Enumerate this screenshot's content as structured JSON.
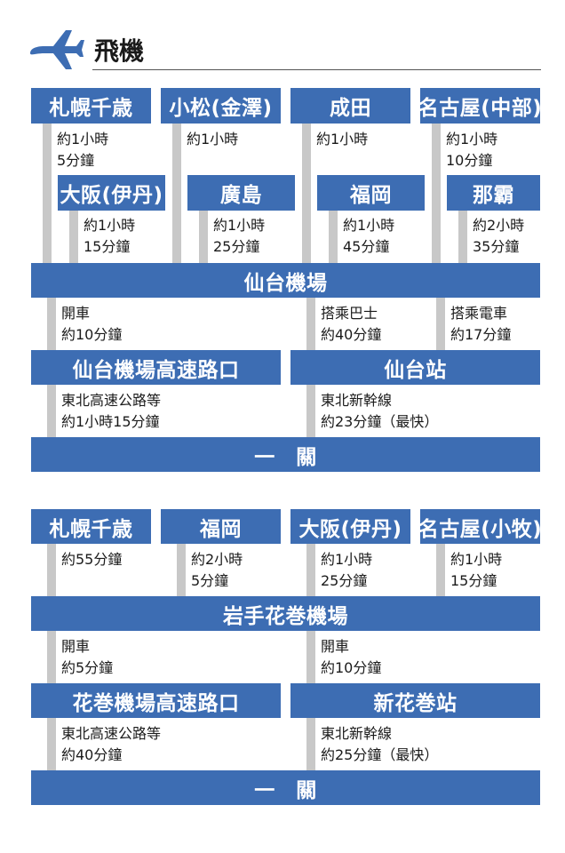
{
  "header": {
    "title": "飛機",
    "icon": "airplane-icon"
  },
  "colors": {
    "box": "#3d6db3",
    "connector": "#c8c8c8"
  },
  "section1": {
    "origins_row1": [
      {
        "name": "札幌千歳",
        "time_line1": "約1小時",
        "time_line2": "5分鐘"
      },
      {
        "name": "小松(金澤)",
        "time_line1": "約1小時",
        "time_line2": ""
      },
      {
        "name": "成田",
        "time_line1": "約1小時",
        "time_line2": ""
      },
      {
        "name": "名古屋(中部)",
        "time_line1": "約1小時",
        "time_line2": "10分鐘"
      }
    ],
    "origins_row2": [
      {
        "name": "大阪(伊丹)",
        "time_line1": "約1小時",
        "time_line2": "15分鐘"
      },
      {
        "name": "廣島",
        "time_line1": "約1小時",
        "time_line2": "25分鐘"
      },
      {
        "name": "福岡",
        "time_line1": "約1小時",
        "time_line2": "45分鐘"
      },
      {
        "name": "那霸",
        "time_line1": "約2小時",
        "time_line2": "35分鐘"
      }
    ],
    "airport": "仙台機場",
    "transfers": [
      {
        "mode": "開車",
        "time": "約10分鐘"
      },
      {
        "mode": "搭乘巴士",
        "time": "約40分鐘"
      },
      {
        "mode": "搭乘電車",
        "time": "約17分鐘"
      }
    ],
    "hubs": [
      {
        "name": "仙台機場高速路口",
        "route": "東北高速公路等",
        "time": "約1小時15分鐘"
      },
      {
        "name": "仙台站",
        "route": "東北新幹線",
        "time": "約23分鐘（最快）"
      }
    ],
    "destination": "一　關"
  },
  "section2": {
    "origins": [
      {
        "name": "札幌千歳",
        "time_line1": "約55分鐘",
        "time_line2": ""
      },
      {
        "name": "福岡",
        "time_line1": "約2小時",
        "time_line2": "5分鐘"
      },
      {
        "name": "大阪(伊丹)",
        "time_line1": "約1小時",
        "time_line2": "25分鐘"
      },
      {
        "name": "名古屋(小牧)",
        "time_line1": "約1小時",
        "time_line2": "15分鐘"
      }
    ],
    "airport": "岩手花巻機場",
    "transfers": [
      {
        "mode": "開車",
        "time": "約5分鐘"
      },
      {
        "mode": "開車",
        "time": "約10分鐘"
      }
    ],
    "hubs": [
      {
        "name": "花巻機場高速路口",
        "route": "東北高速公路等",
        "time": "約40分鐘"
      },
      {
        "name": "新花巻站",
        "route": "東北新幹線",
        "time": "約25分鐘（最快）"
      }
    ],
    "destination": "一　關"
  }
}
